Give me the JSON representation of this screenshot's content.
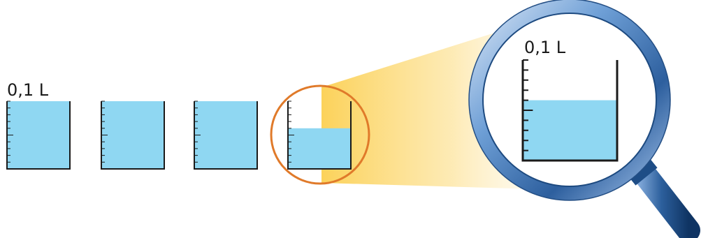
{
  "unit_label": "0,1 L",
  "zoom_label": "0,1 L",
  "beakers": [
    {
      "fill_fraction": 1.0
    },
    {
      "fill_fraction": 1.0
    },
    {
      "fill_fraction": 1.0
    },
    {
      "fill_fraction": 0.6
    }
  ],
  "magnified_fill_fraction": 0.6,
  "colors": {
    "liquid": "#8fd7f2",
    "outline": "#1a1a1a",
    "highlight_circle": "#e07a2a",
    "beam_start": "#fcd25a",
    "lens_rim": "#3a6fae",
    "handle": "#1f4f86"
  },
  "icons": [
    "beaker-icon",
    "magnifying-glass-icon"
  ]
}
